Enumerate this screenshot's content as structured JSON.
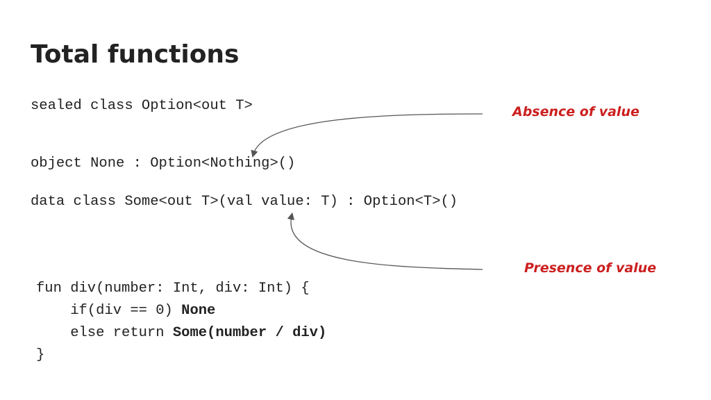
{
  "slide": {
    "title": "Total functions"
  },
  "code": {
    "line_sealed": "sealed class Option<out T>",
    "line_object": "object None : Option<Nothing>()",
    "line_data": "data class Some<out T>(val value: T) : Option<T>()"
  },
  "function_block": {
    "line1": "fun div(number: Int, div: Int) {",
    "line2_prefix": "    if(div == 0) ",
    "line2_bold": "None",
    "line3_prefix": "    else return ",
    "line3_bold": "Some(number / div)",
    "line4": "}"
  },
  "annotations": {
    "absence": "Absence of value",
    "presence": "Presence of value",
    "color": "#cc1f1f"
  },
  "colors": {
    "text": "#222222",
    "arrow": "#555555",
    "background": "#ffffff"
  }
}
